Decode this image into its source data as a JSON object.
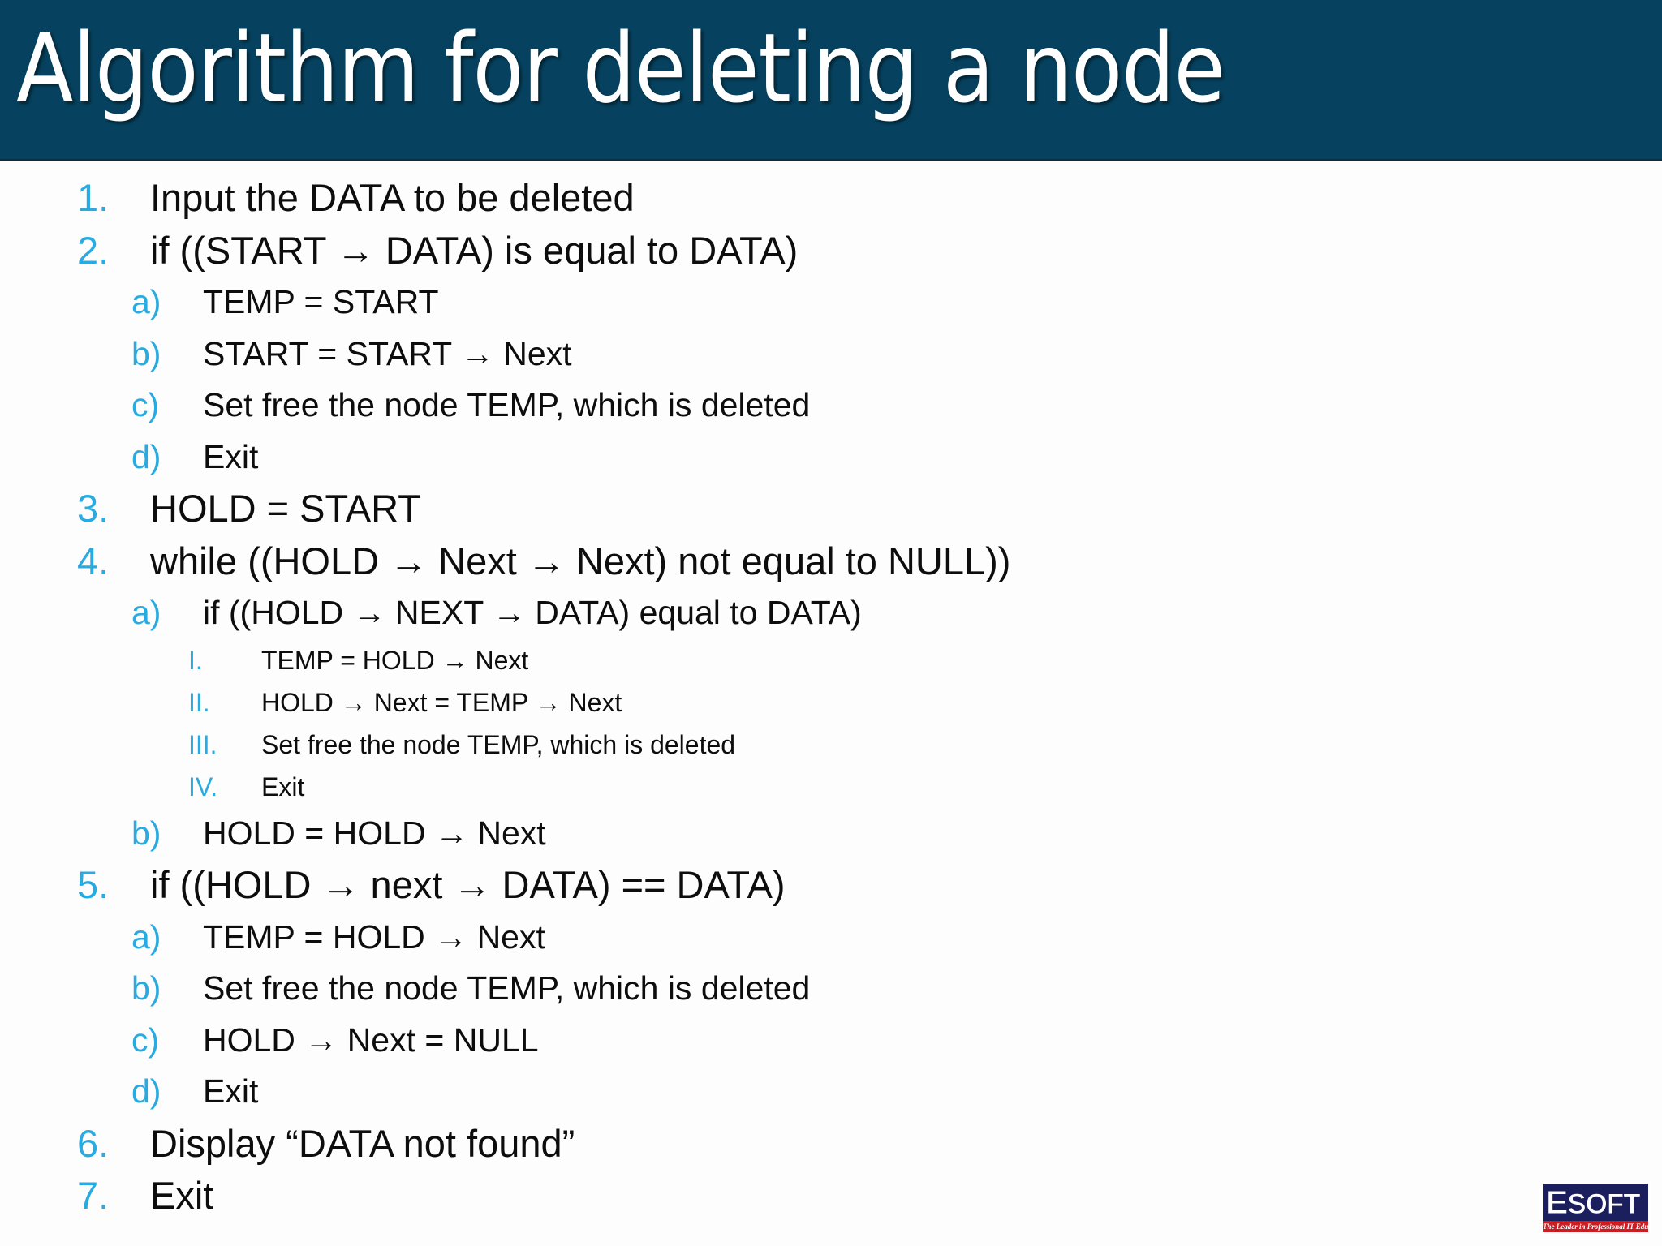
{
  "slide": {
    "title": "Algorithm for deleting a node",
    "banner_color": "#06425F",
    "marker_color": "#29ABE2",
    "text_color": "#0D0D0D",
    "background_color": "#FDFDFD"
  },
  "outline": [
    {
      "level": 1,
      "marker": "1.",
      "text": "Input the DATA to be deleted"
    },
    {
      "level": 1,
      "marker": "2.",
      "text": "if ((START → DATA) is equal to DATA)"
    },
    {
      "level": 2,
      "marker": "a)",
      "text": "TEMP = START"
    },
    {
      "level": 2,
      "marker": "b)",
      "text": "START = START → Next"
    },
    {
      "level": 2,
      "marker": "c)",
      "text": "Set free the node TEMP, which is deleted"
    },
    {
      "level": 2,
      "marker": "d)",
      "text": "Exit"
    },
    {
      "level": 1,
      "marker": "3.",
      "text": "HOLD = START"
    },
    {
      "level": 1,
      "marker": "4.",
      "text": "while ((HOLD → Next → Next) not equal to NULL))"
    },
    {
      "level": 2,
      "marker": "a)",
      "text": "if ((HOLD → NEXT → DATA) equal to  DATA)"
    },
    {
      "level": 3,
      "marker": "I.",
      "text": "TEMP = HOLD → Next"
    },
    {
      "level": 3,
      "marker": "II.",
      "text": "HOLD → Next = TEMP → Next"
    },
    {
      "level": 3,
      "marker": "III.",
      "text": "Set free the node TEMP, which is deleted"
    },
    {
      "level": 3,
      "marker": "IV.",
      "text": "Exit"
    },
    {
      "level": 2,
      "marker": "b)",
      "text": "HOLD = HOLD → Next"
    },
    {
      "level": 1,
      "marker": "5.",
      "text": "if ((HOLD → next → DATA) == DATA)"
    },
    {
      "level": 2,
      "marker": "a)",
      "text": "TEMP = HOLD → Next"
    },
    {
      "level": 2,
      "marker": "b)",
      "text": "Set free the node TEMP, which is deleted"
    },
    {
      "level": 2,
      "marker": "c)",
      "text": "HOLD → Next = NULL"
    },
    {
      "level": 2,
      "marker": "d)",
      "text": "Exit"
    },
    {
      "level": 1,
      "marker": "6.",
      "text": "Display “DATA not found”"
    },
    {
      "level": 1,
      "marker": "7.",
      "text": "Exit"
    }
  ],
  "logo": {
    "wordmark_lead": "E",
    "wordmark_rest": "SOFT",
    "tagline": "The Leader in Professional IT Education",
    "mark_color": "#1B1F5E",
    "tagline_color": "#CC1D22"
  }
}
